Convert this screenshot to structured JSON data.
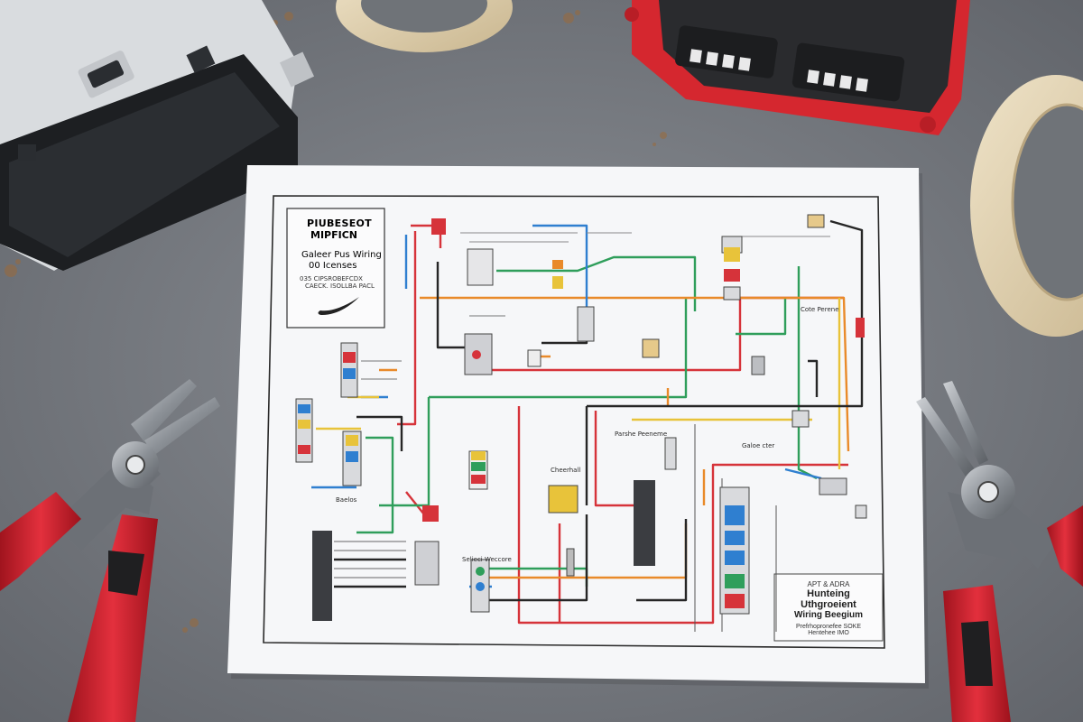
{
  "diagram_sheet": {
    "title_block": {
      "line1": "PIUBESEOT",
      "line2": "MIPFICN",
      "line3": "Galeer Pus Wiring",
      "line4": "00 Icenses",
      "line5": "035 CIPSROBEFCDX",
      "line6": "CAECK. ISOLLBA PACL"
    },
    "footer_block": {
      "line1": "APT & ADRA",
      "line2": "Hunteing Uthgroeient",
      "line3": "Wiring Beegium",
      "line4": "Prefrhopronefee SOKE",
      "line5": "Hentehee IMO"
    },
    "component_labels": [
      "Parshe Peeneme",
      "Cheerhall",
      "Galoe cter",
      "Cote Perene",
      "Baelos",
      "Selieci Weccore"
    ]
  },
  "colors": {
    "tabletop": "#7c8086",
    "paper": "#f6f7f9",
    "wire_red": "#d6333a",
    "wire_green": "#2f9e5b",
    "wire_orange": "#e98a2a",
    "wire_blue": "#2f7fd0",
    "wire_yellow": "#e8c33a",
    "wire_black": "#262626",
    "tool_handle_red": "#d92533"
  }
}
